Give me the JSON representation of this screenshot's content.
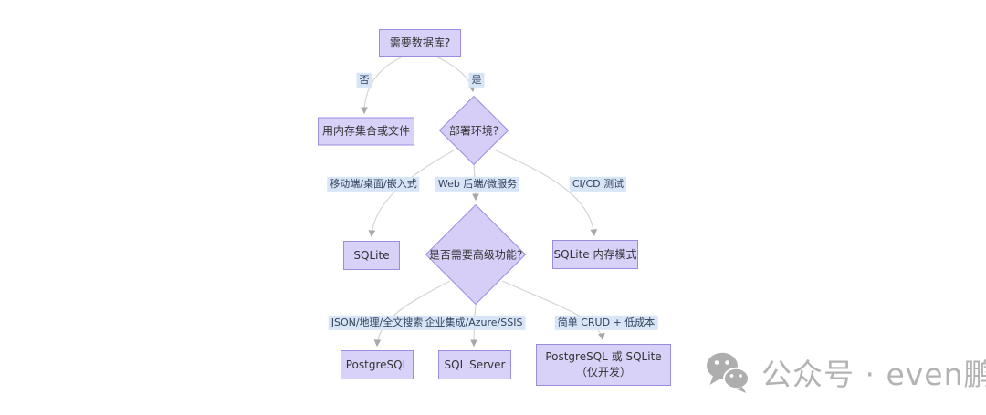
{
  "diagram": {
    "nodes": [
      {
        "id": "need_db",
        "label": "需要数据库?",
        "shape": "rect"
      },
      {
        "id": "memory",
        "label": "用内存集合或文件",
        "shape": "rect"
      },
      {
        "id": "deploy",
        "label": "部署环境?",
        "shape": "diamond"
      },
      {
        "id": "sqlite",
        "label": "SQLite",
        "shape": "rect"
      },
      {
        "id": "advanced",
        "label": "是否需要高级功能?",
        "shape": "diamond"
      },
      {
        "id": "sqlite_mem",
        "label": "SQLite 内存模式",
        "shape": "rect"
      },
      {
        "id": "postgresql",
        "label": "PostgreSQL",
        "shape": "rect"
      },
      {
        "id": "sqlserver",
        "label": "SQL Server",
        "shape": "rect"
      },
      {
        "id": "pg_or_sqlite",
        "label": "PostgreSQL 或 SQLite（仅开发）",
        "shape": "rect"
      }
    ],
    "edges": [
      {
        "from": "need_db",
        "label": "否",
        "to": "memory"
      },
      {
        "from": "need_db",
        "label": "是",
        "to": "deploy"
      },
      {
        "from": "deploy",
        "label": "移动端/桌面/嵌入式",
        "to": "sqlite"
      },
      {
        "from": "deploy",
        "label": "Web 后端/微服务",
        "to": "advanced"
      },
      {
        "from": "deploy",
        "label": "CI/CD 测试",
        "to": "sqlite_mem"
      },
      {
        "from": "advanced",
        "label": "JSON/地理/全文搜索",
        "to": "postgresql"
      },
      {
        "from": "advanced",
        "label": "企业集成/Azure/SSIS",
        "to": "sqlserver"
      },
      {
        "from": "advanced",
        "label": "简单 CRUD + 低成本",
        "to": "pg_or_sqlite"
      }
    ],
    "colors": {
      "node_fill": "#d8d1f8",
      "node_border": "#9b8ce2",
      "edge_line": "#d4d4d4",
      "arrowhead": "#a8a8a8",
      "edge_label_bg": "#d7e5f7",
      "edge_label_text": "#33415e"
    }
  },
  "watermark": {
    "icon": "wechat-icon",
    "text": "公众号 · even鹏"
  }
}
